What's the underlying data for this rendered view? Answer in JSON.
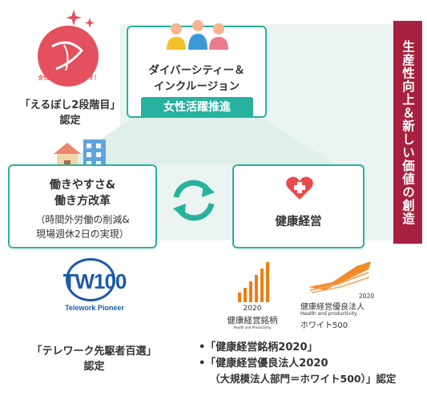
{
  "colors": {
    "teal": "#27b29f",
    "arrow_bg": "#ecf4f1",
    "burgundy": "#a8203f",
    "eruboshi_red": "#e4505d",
    "heart_red": "#e94b4b",
    "tw_blue": "#1e5aa8",
    "orange": "#ee7d14"
  },
  "icons": [
    "eruboshi-logo",
    "people-icon",
    "house-building-icon",
    "cycle-arrows-icon",
    "heart-cross-icon",
    "tw100-logo",
    "health-management-logo"
  ],
  "eruboshi": {
    "arc_text": "女性が活躍しています！",
    "caption_line1": "「えるぼし2段階目」",
    "caption_line2": "認定"
  },
  "diversity": {
    "line1": "ダイバーシティー＆",
    "line2": "インクルージョン",
    "banner": "女性活躍推進"
  },
  "workstyle": {
    "line1": "働きやすさ&",
    "line2": "働き方改革",
    "sub1": "（時間外労働の削減&",
    "sub2": "現場週休2日の実現）"
  },
  "health": {
    "title": "健康経営"
  },
  "goal": {
    "text": "生産性向上＆新しい価値の創造"
  },
  "telework": {
    "logo_text": "TW100",
    "pioneer": "Telework Pioneer",
    "caption_line1": "「テレワーク先駆者百選」",
    "caption_line2": "認定"
  },
  "health_awards": {
    "meigara_year": "2020",
    "meigara_name": "健康経営銘柄",
    "meigara_sub": "Health and Productivity",
    "yuryo_year": "2020",
    "yuryo_name": "健康経営優良法人",
    "yuryo_sub": "Health and productivity",
    "yuryo_white": "ホワイト500",
    "bullet1": "•「健康経営銘柄2020」",
    "bullet2": "•「健康経営優良法人2020",
    "bullet3": "（大規模法人部門＝ホワイト500）」認定"
  }
}
